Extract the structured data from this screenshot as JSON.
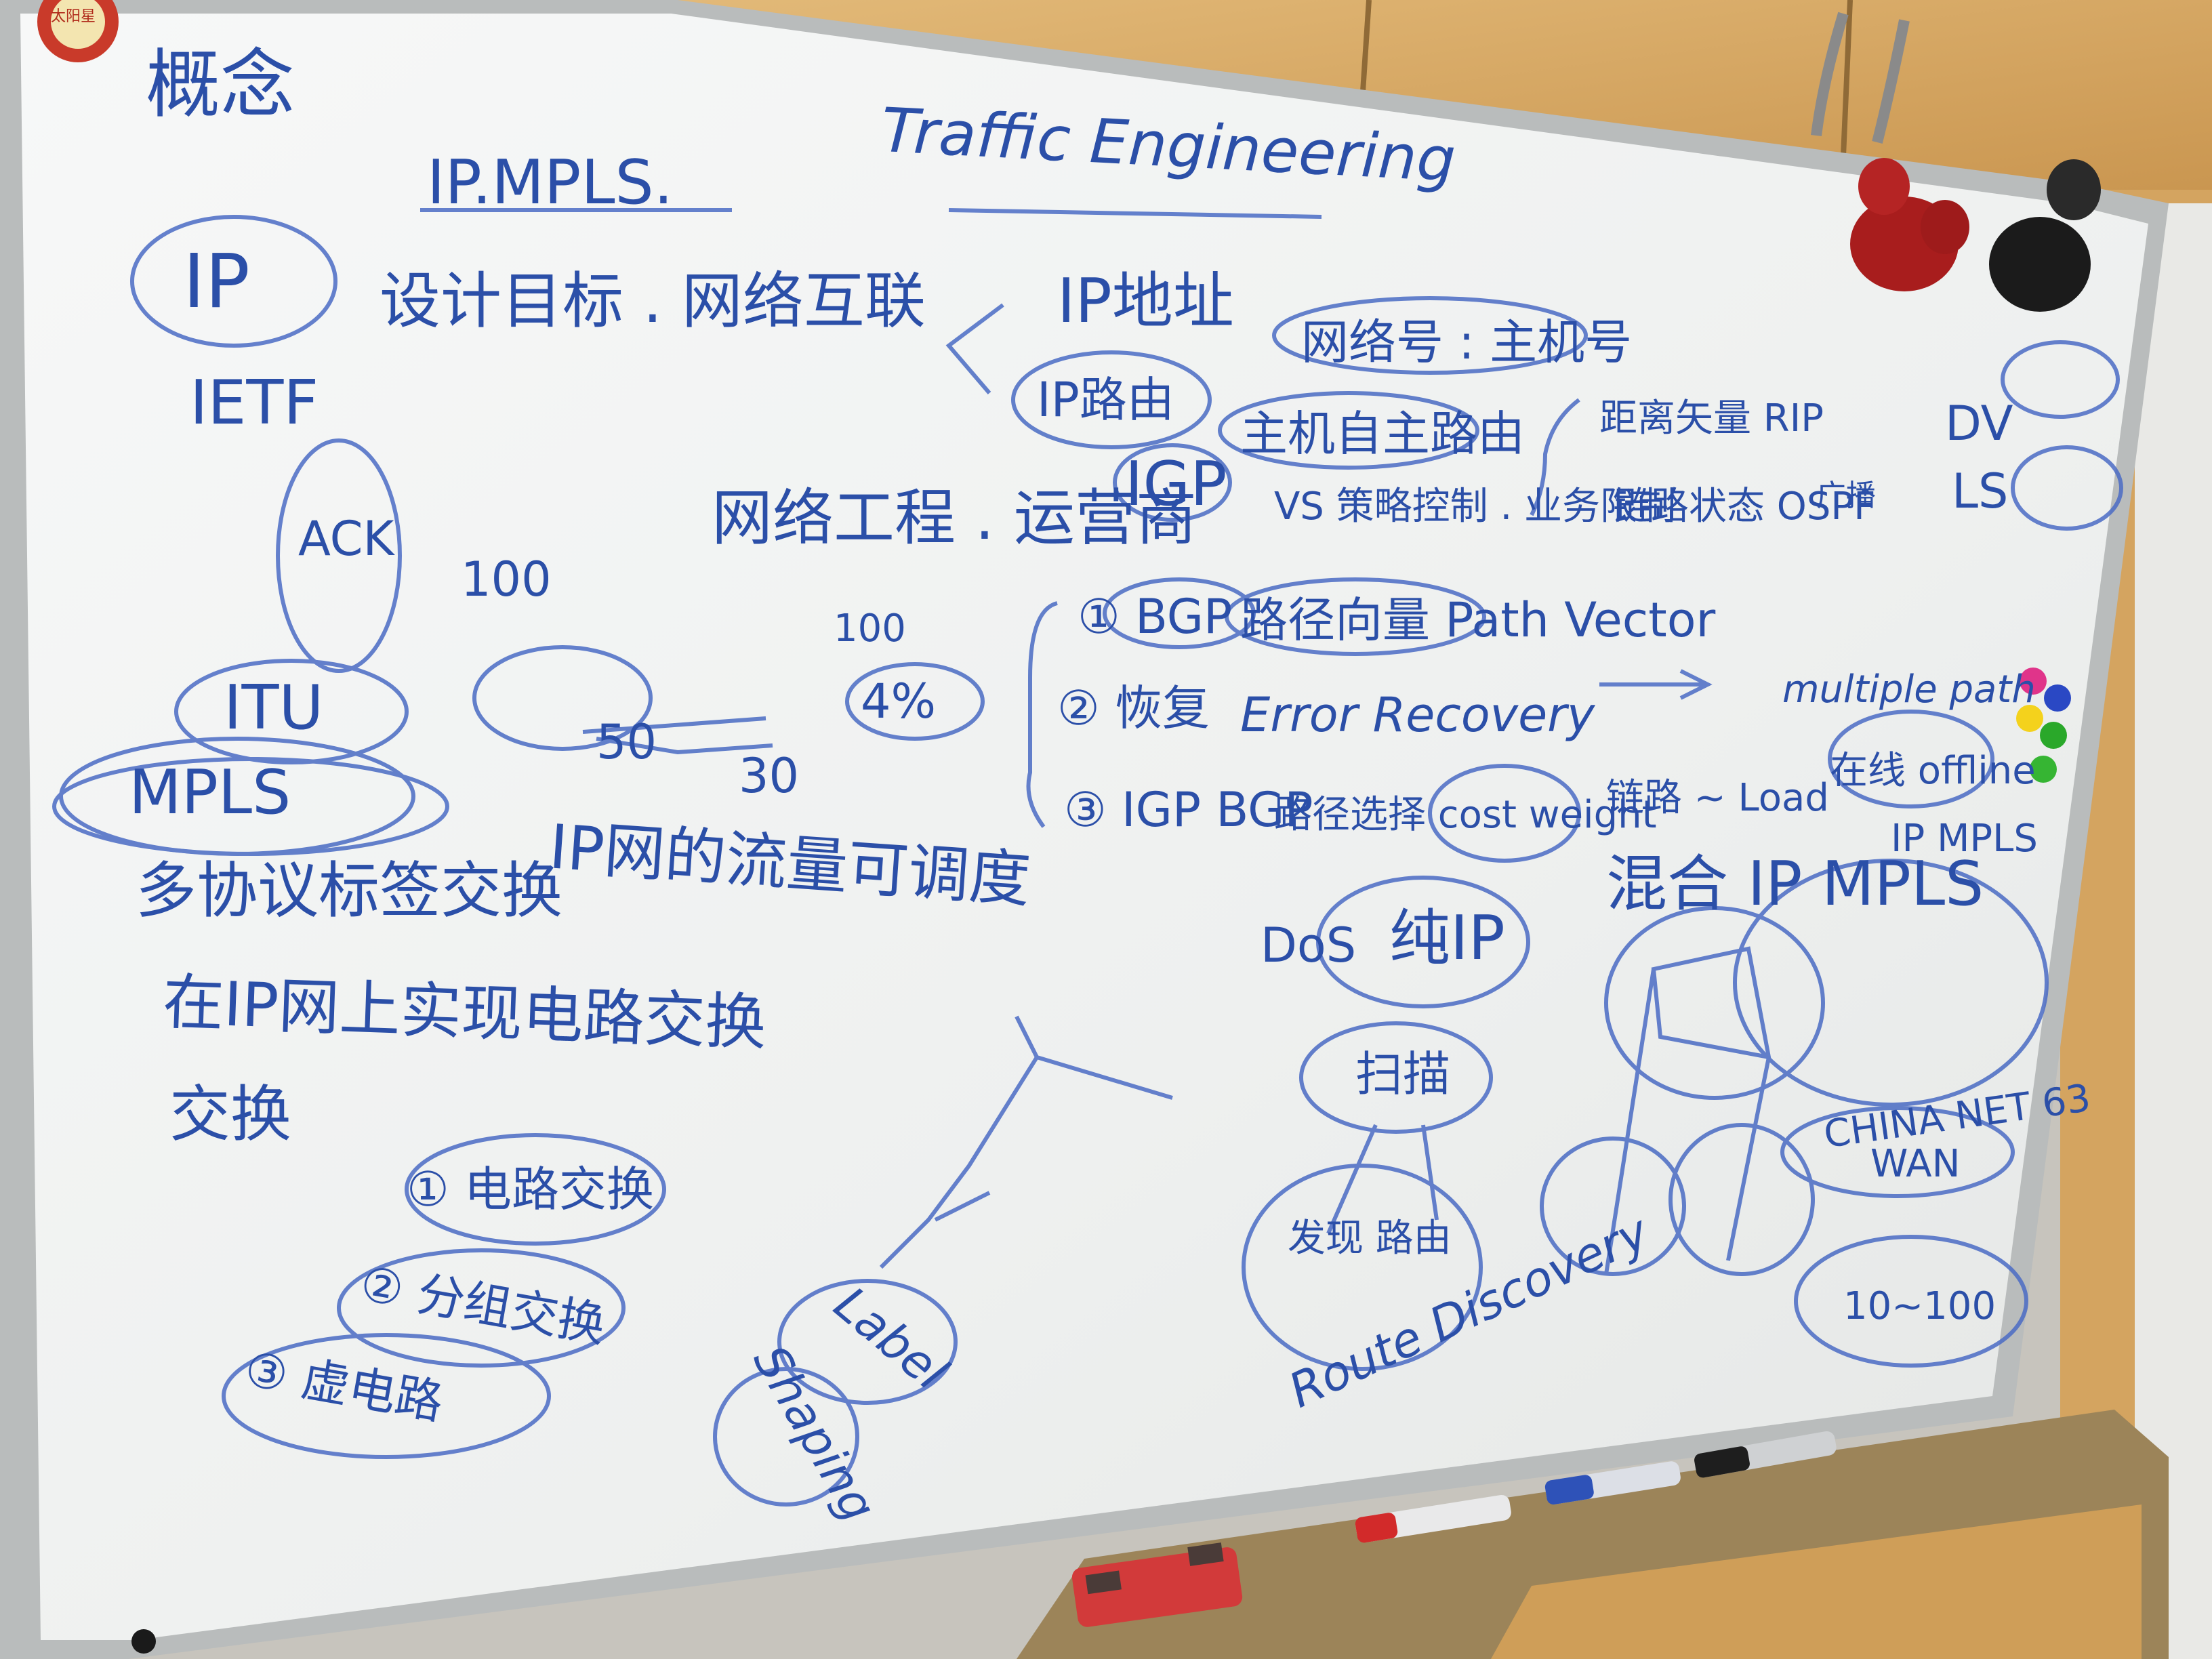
{
  "colors": {
    "ink": "#2b4fa8",
    "board": "#f1f3f2",
    "cabinet": "#d8ab68",
    "frame": "#b9bcbc"
  },
  "board": {
    "corner_logo_text": "太阳星",
    "title": "Traffic Engineering",
    "heading_cn": "概念",
    "topic": "IP.MPLS.",
    "left": {
      "ip": "IP",
      "ip_goal": "设计目标 . 网络互联",
      "ietf": "IETF",
      "ack": "ACK",
      "itu": "ITU",
      "mpls": "MPLS",
      "mpls_line1": "多协议标签交换",
      "mpls_line2": "在IP网上实现电路交换",
      "exchange": "交换",
      "item1": "① 电路交换",
      "item2": "② 分组交换",
      "item3": "③ 虚电路",
      "node_a": "100",
      "node_b": "50",
      "node_c": "30",
      "node_d": "100",
      "node_e": "4%"
    },
    "middle": {
      "quality": "网络工程 . 运营商",
      "ip_address": "IP地址",
      "network_id": "网络号 : 主机号",
      "ip_route": "IP路由",
      "host": "主机自主路由",
      "igp": "IGP",
      "vs": "VS 策略控制 . 业务限制",
      "bgp_label": "① BGP",
      "bgp_desc": "路径向量 Path Vector",
      "recovery_label": "② 恢复",
      "recovery_desc": "Error Recovery",
      "igp_bgp_label": "③ IGP BGP",
      "igp_bgp_desc": "路径选择 cost weight",
      "ip_controllable": "IP网的流量可调度",
      "label": "Label",
      "shaping": "Shaping",
      "dos": "DoS",
      "pure_ip": "纯IP",
      "scan": "扫描",
      "discovery": "Route Discovery",
      "discovery_cn": "发现 路由"
    },
    "right": {
      "rip": "距离矢量 RIP",
      "ospf": "链路状态 OSPF",
      "broadcast": "广播",
      "dv": "DV",
      "ls": "LS",
      "multiple": "multiple path",
      "load": "链路 ~ Load",
      "mix": "混合 IP MPLS",
      "right_mpls": "IP MPLS",
      "online": "在线 offline",
      "chinanet": "CHINA NET 63",
      "wan": "WAN",
      "hundred": "10~100"
    }
  }
}
